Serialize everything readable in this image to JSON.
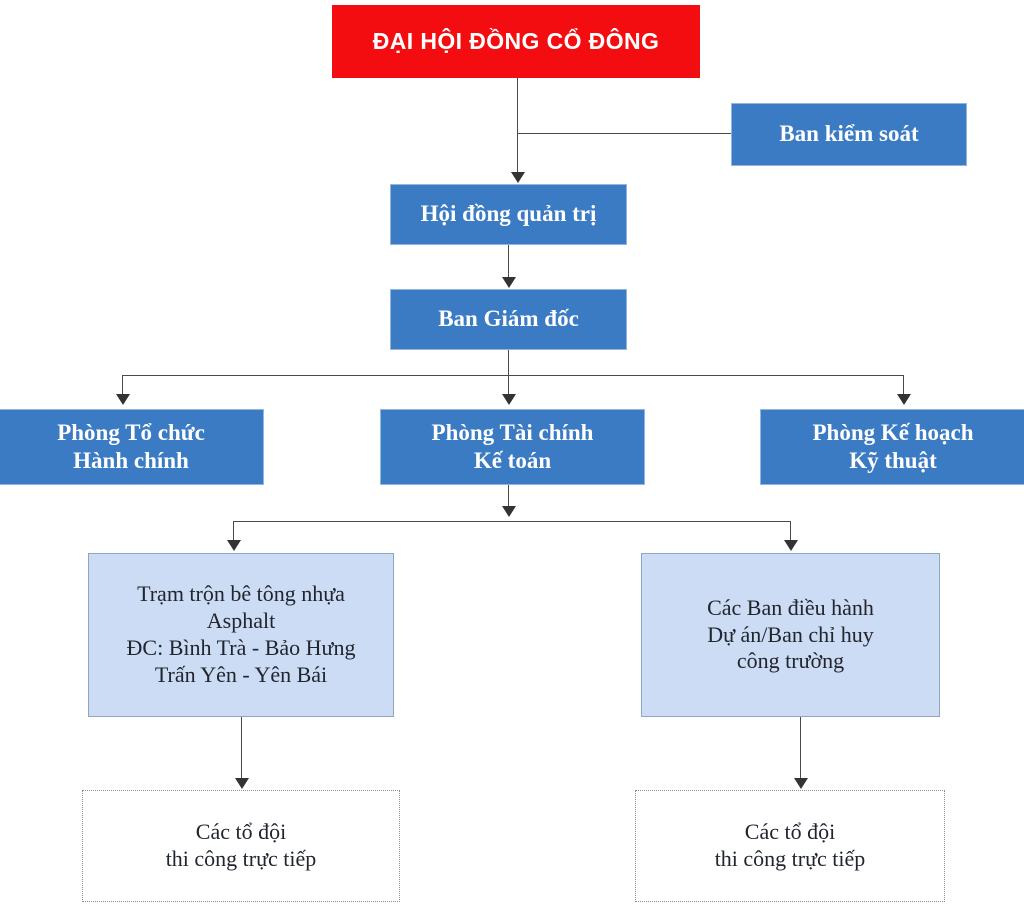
{
  "diagram": {
    "title": "So do to chuc",
    "colors": {
      "red": "#f40d10",
      "blue": "#3a7bc4",
      "light_blue": "#ccdcf4",
      "connector": "#4a4a4a",
      "dotted_border": "#8c8c8c",
      "white": "#ffffff",
      "dark_text": "#20252e"
    },
    "nodes": {
      "shareholders_meeting": {
        "label": "ĐẠI HỘI ĐỒNG CỔ ĐÔNG"
      },
      "supervisory_board": {
        "label": "Ban kiểm soát"
      },
      "board_of_directors": {
        "label": "Hội đồng quản trị"
      },
      "management_board": {
        "label": "Ban Giám đốc"
      },
      "dept_organization": {
        "label": "Phòng Tổ chức\nHành chính"
      },
      "dept_finance": {
        "label": "Phòng Tài chính\nKế toán"
      },
      "dept_planning": {
        "label": "Phòng Kế hoạch\nKỹ thuật"
      },
      "asphalt_plant": {
        "label": "Trạm trộn bê tông nhựa\nAsphalt\nĐC: Bình Trà - Bảo Hưng\nTrấn Yên - Yên Bái"
      },
      "project_boards": {
        "label": "Các Ban điều hành\nDự án/Ban chỉ huy\ncông trường"
      },
      "teams_left": {
        "label": "Các tổ đội\nthi công trực tiếp"
      },
      "teams_right": {
        "label": "Các tổ đội\nthi công trực tiếp"
      }
    }
  }
}
